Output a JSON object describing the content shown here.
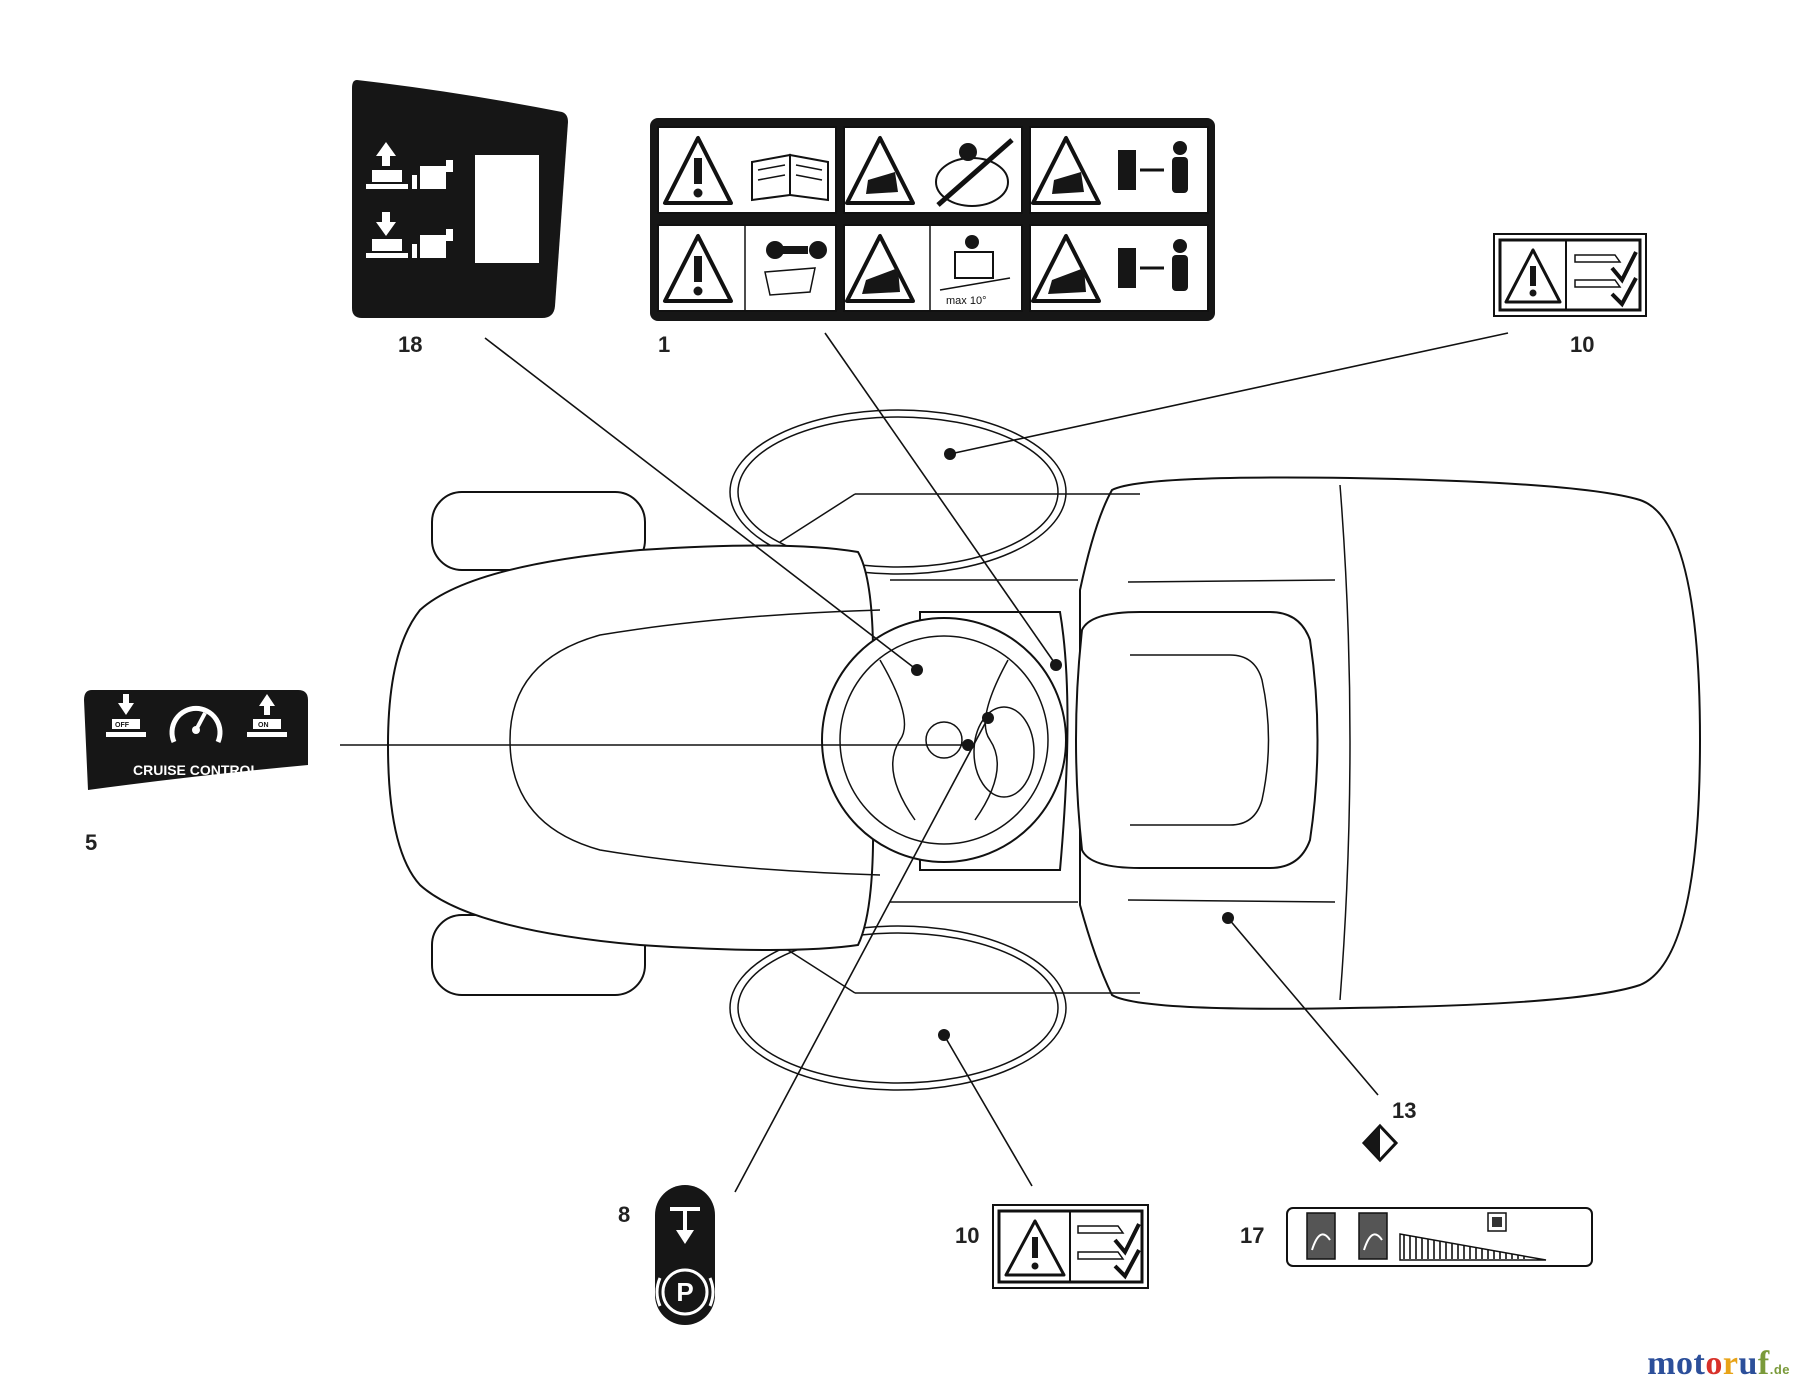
{
  "callouts": {
    "c18": "18",
    "c1": "1",
    "c10a": "10",
    "c5": "5",
    "c13": "13",
    "c8": "8",
    "c10b": "10",
    "c17": "17"
  },
  "labels": {
    "cruise_title": "CRUISE CONTROL",
    "cruise_off": "OFF",
    "cruise_on": "ON",
    "slope_note": "max 10°",
    "parking_letter": "P"
  },
  "watermark": {
    "brand": "motoruf",
    "suffix": ".de",
    "letters": [
      {
        "ch": "m",
        "color": "#2c4f9a"
      },
      {
        "ch": "o",
        "color": "#2c4f9a"
      },
      {
        "ch": "t",
        "color": "#2c4f9a"
      },
      {
        "ch": "o",
        "color": "#d8312a"
      },
      {
        "ch": "r",
        "color": "#e8a317"
      },
      {
        "ch": "u",
        "color": "#2c4f9a"
      },
      {
        "ch": "f",
        "color": "#7a9a3a"
      }
    ]
  }
}
